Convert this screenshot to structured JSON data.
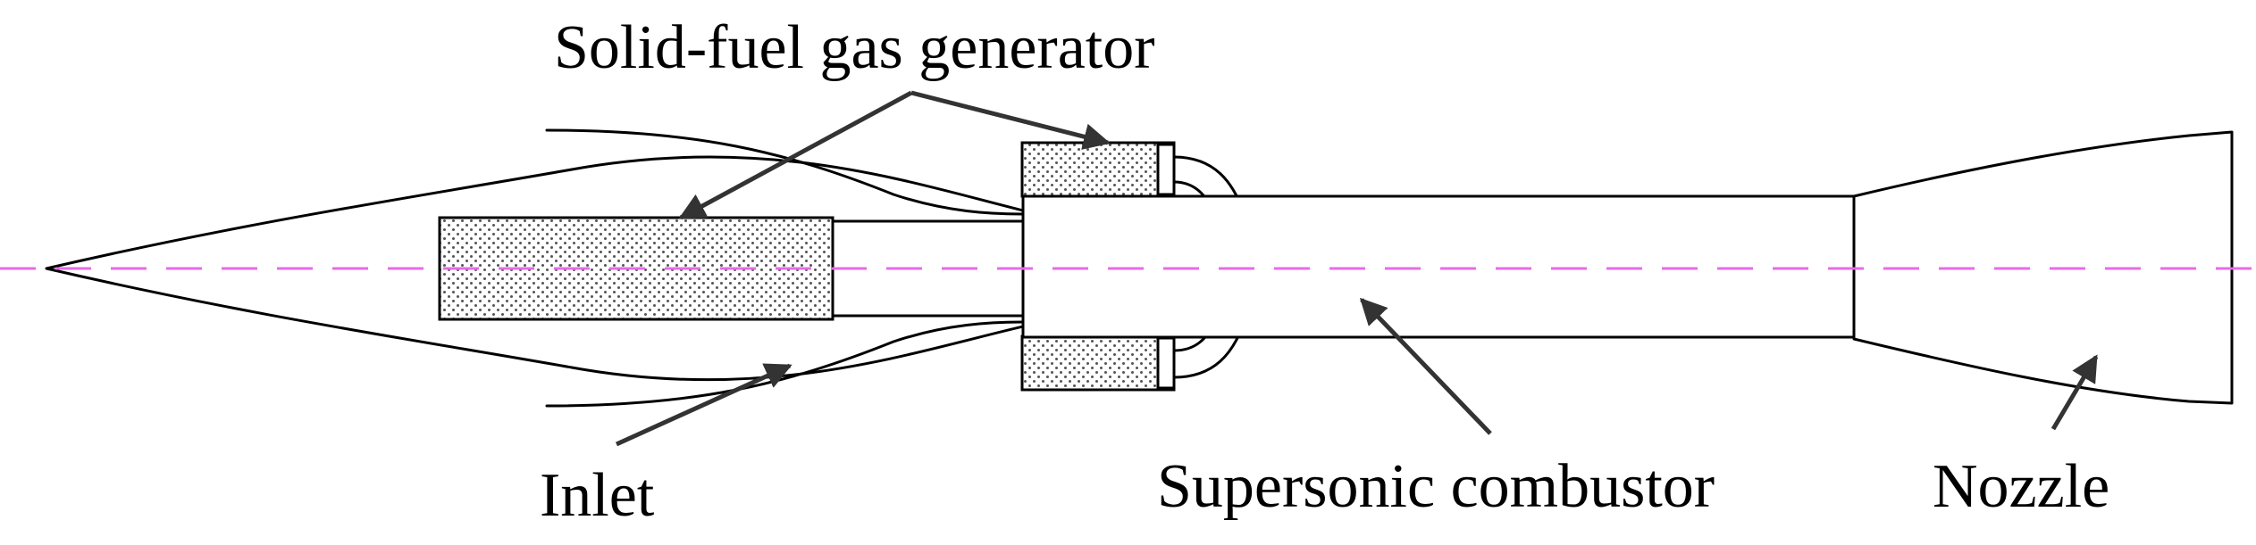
{
  "labels": {
    "gas_generator": "Solid-fuel gas generator",
    "inlet": "Inlet",
    "combustor": "Supersonic combustor",
    "nozzle": "Nozzle"
  },
  "colors": {
    "axis_line": "#e66be6",
    "stroke": "#000000",
    "arrow": "#333333",
    "fuel_dots": "#555555"
  },
  "icons": {
    "fuel_grain": "dotted-hatch"
  }
}
